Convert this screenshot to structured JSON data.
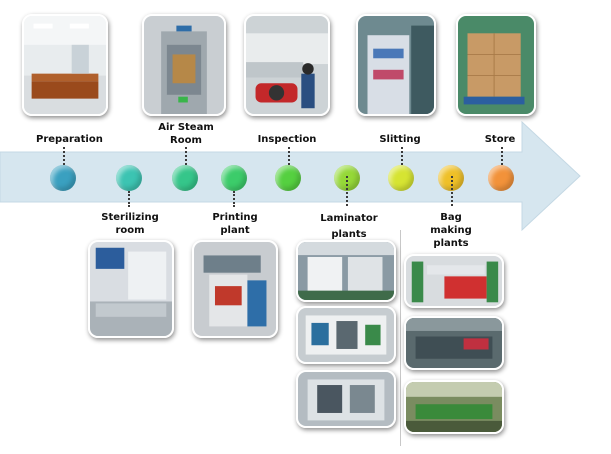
{
  "steps": [
    {
      "label": "Preparation",
      "color": "#3aa0c0"
    },
    {
      "label": "Sterilizing room",
      "color": "#3cc4b2"
    },
    {
      "label": "Air Steam Room",
      "color": "#35c68a"
    },
    {
      "label": "Printing plant",
      "color": "#3ccc6a"
    },
    {
      "label": "Inspection",
      "color": "#55d040"
    },
    {
      "label": "Laminator plants",
      "color": "#95d838"
    },
    {
      "label": "Slitting",
      "color": "#d6e432"
    },
    {
      "label": "Bag making plants",
      "color": "#efc028"
    },
    {
      "label": "Store",
      "color": "#f2923a"
    }
  ],
  "labels_text": {
    "preparation": "Preparation",
    "air_steam_1": "Air Steam",
    "air_steam_2": "Room",
    "inspection": "Inspection",
    "slitting": "Slitting",
    "store": "Store",
    "sterilizing_1": "Sterilizing",
    "sterilizing_2": "room",
    "printing_1": "Printing",
    "printing_2": "plant",
    "laminator_1": "Laminator",
    "laminator_2": "plants",
    "bag_1": "Bag",
    "bag_2": "making",
    "bag_3": "plants"
  },
  "colors": {
    "arrow": "#d6e6ef",
    "arrow_edge": "#c4d8e4"
  }
}
